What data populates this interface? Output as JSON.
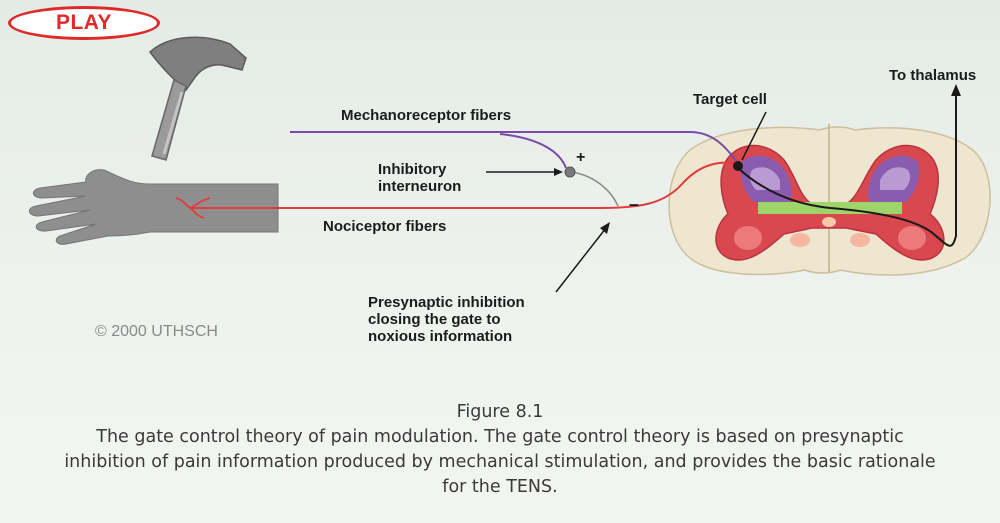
{
  "play_button": {
    "label": "PLAY"
  },
  "labels": {
    "mechanoreceptor": "Mechanoreceptor fibers",
    "inhibitory_line1": "Inhibitory",
    "inhibitory_line2": "interneuron",
    "plus_sign": "+",
    "minus_sign": "–",
    "nociceptor": "Nociceptor fibers",
    "target_cell": "Target cell",
    "to_thalamus": "To thalamus",
    "presynaptic_line1": "Presynaptic inhibition",
    "presynaptic_line2": "closing the gate to",
    "presynaptic_line3": "noxious information"
  },
  "copyright": "© 2000 UTHSCH",
  "caption": {
    "figure_number": "Figure 8.1",
    "line1": "The gate control theory of pain modulation. The gate control theory is based on presynaptic",
    "line2": "inhibition of pain information produced by mechanical stimulation, and provides the basic rationale",
    "line3": "for the TENS."
  },
  "colors": {
    "play_red": "#e02a2a",
    "mechanoreceptor_fiber": "#7a4aa8",
    "nociceptor_fiber": "#e23b3b",
    "gray_matter_red": "#d9474f",
    "dorsal_horn_purple": "#8a5cb0",
    "white_matter": "#efe6cf"
  }
}
